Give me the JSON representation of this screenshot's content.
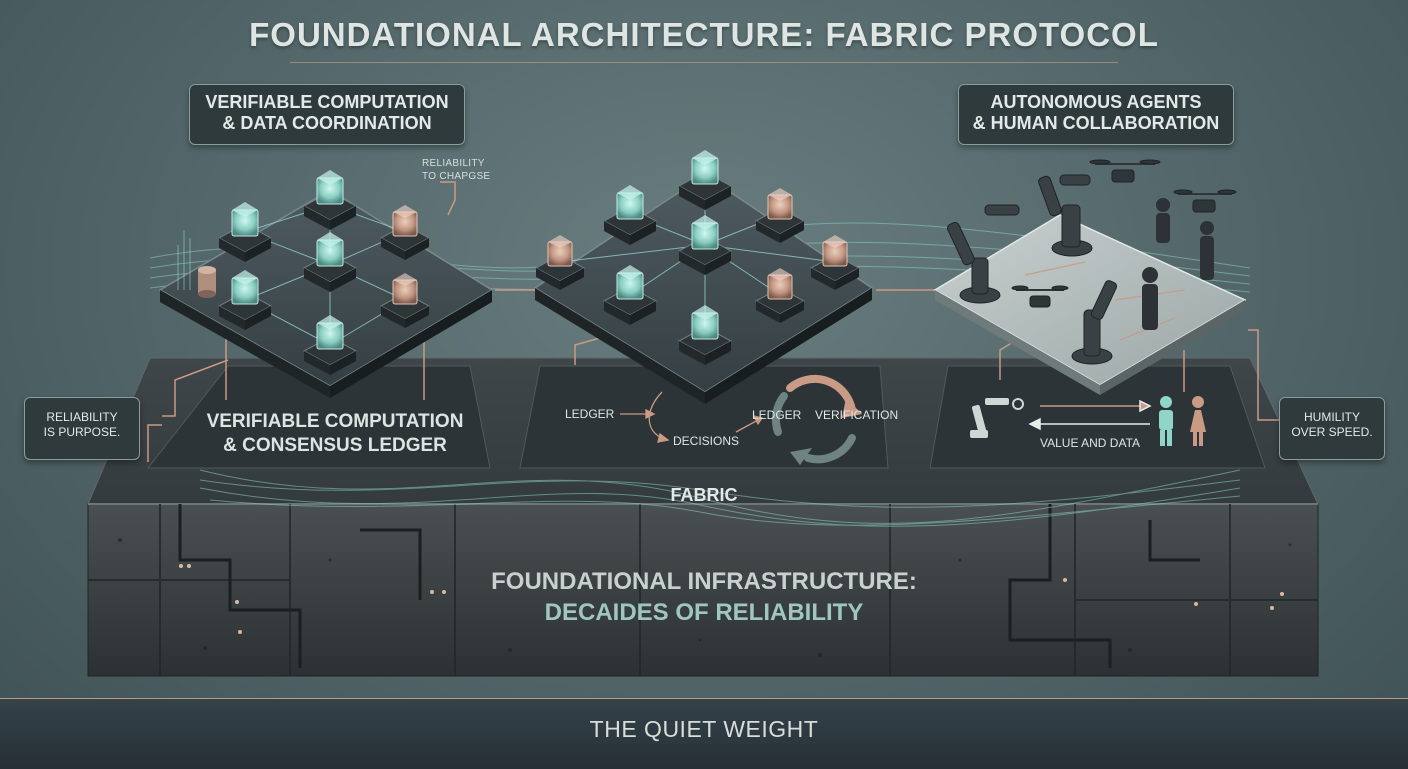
{
  "title": "FOUNDATIONAL ARCHITECTURE: FABRIC PROTOCOL",
  "top_labels": {
    "left_line1": "VERIFIABLE COMPUTATION",
    "left_line2": "& DATA COORDINATION",
    "right_line1": "AUTONOMOUS AGENTS",
    "right_line2": "& HUMAN COLLABORATION"
  },
  "annotations": {
    "reliability_change_line1": "RELIABILITY",
    "reliability_change_line2": "TO CHAPGSE",
    "purpose_line1": "RELIABILITY",
    "purpose_line2": "IS PURPOSE.",
    "humility_line1": "HUMILITY",
    "humility_line2": "OVER SPEED."
  },
  "panels": {
    "left_line1": "VERIFIABLE COMPUTATION",
    "left_line2": "& CONSENSUS LEDGER",
    "middle_ledger": "LEDGER",
    "middle_decisions": "DECISIONS",
    "middle_cycle_ledger": "LEDGER",
    "middle_verification": "VERIFICATION",
    "right_value": "VALUE AND DATA"
  },
  "fabric_label": "FABRIC",
  "foundation": {
    "line1": "FOUNDATIONAL INFRASTRUCTURE:",
    "line2": "DECAIDES OF RELIABILITY"
  },
  "footer": "THE QUIET WEIGHT",
  "colors": {
    "teal_glow": "#9fe3d6",
    "copper": "#c99a84",
    "slab": "#3a4042",
    "panel": "#2c3437"
  }
}
